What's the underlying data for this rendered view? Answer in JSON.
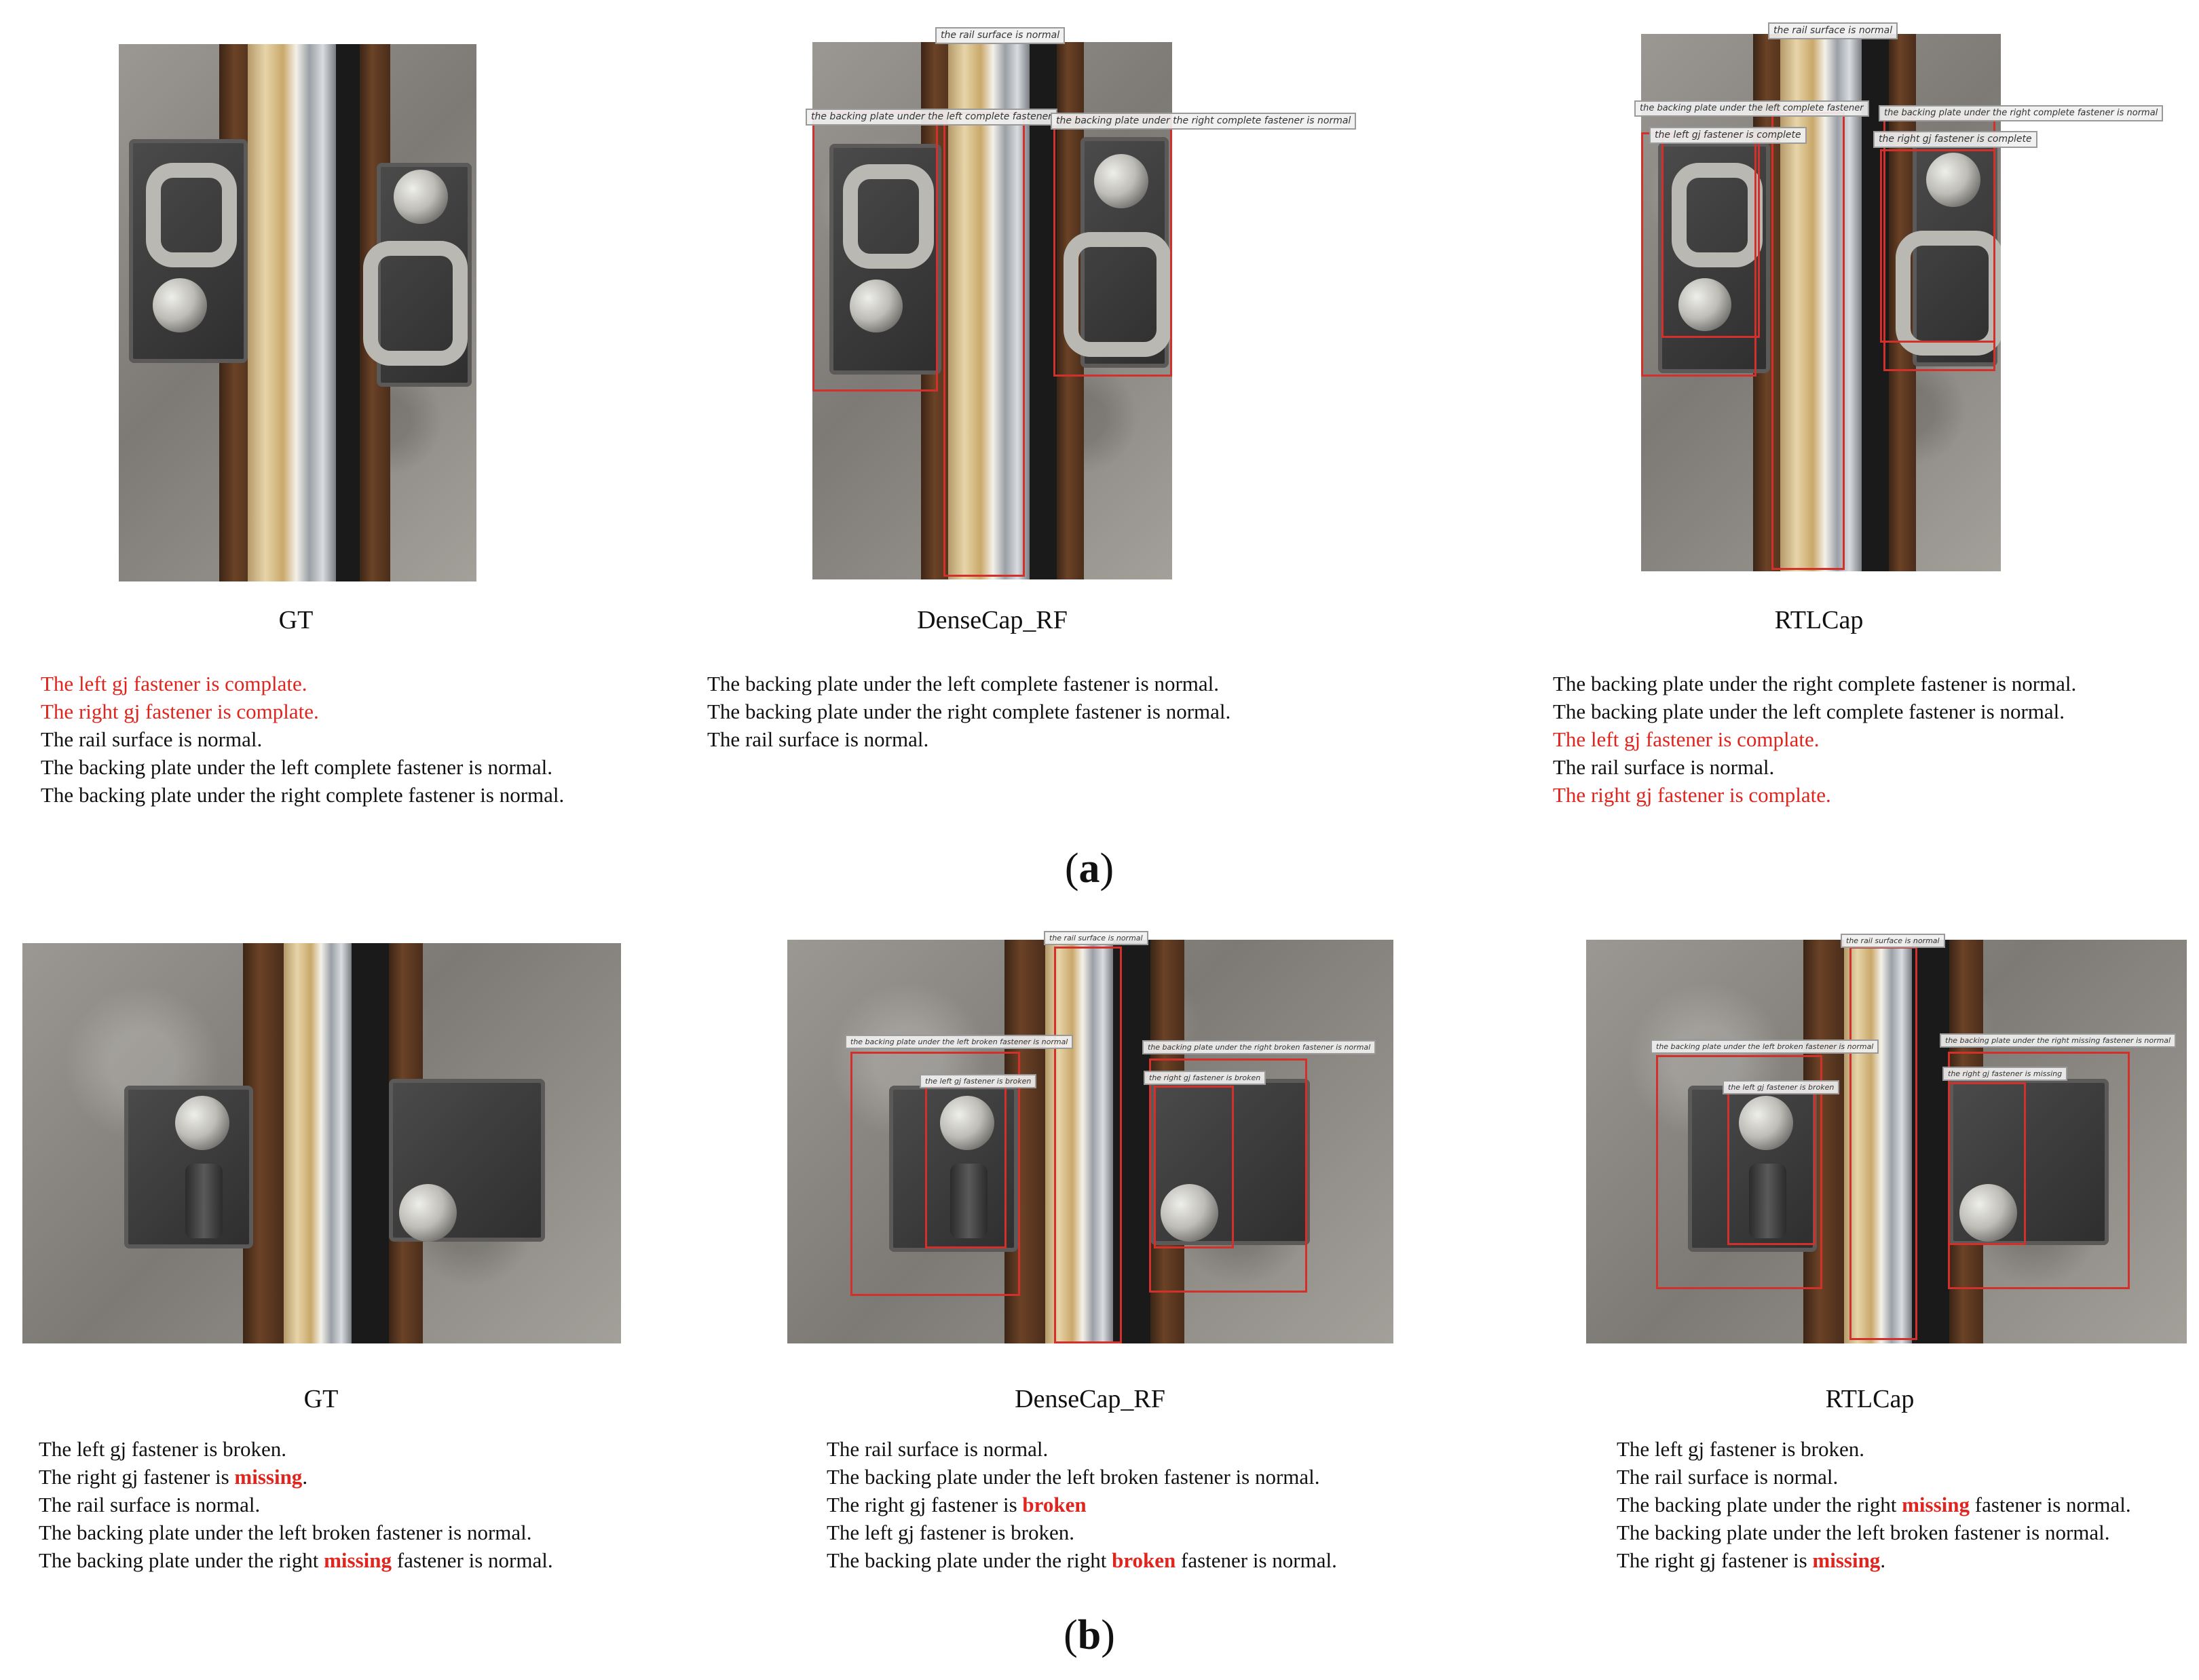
{
  "panel_a": {
    "label": "a",
    "columns": [
      {
        "title": "GT",
        "lines": [
          {
            "text": "The left gj fastener is complate.",
            "style": "red"
          },
          {
            "text": "The right gj fastener is complate.",
            "style": "red"
          },
          {
            "text": "The rail surface is normal.",
            "style": "normal"
          },
          {
            "text": "The backing plate under the left complete fastener is normal.",
            "style": "normal"
          },
          {
            "text": "The backing plate under the right complete fastener is normal.",
            "style": "normal"
          }
        ]
      },
      {
        "title": "DenseCap_RF",
        "captions": [
          "the rail surface is normal",
          "the backing plate under the left complete fastener",
          "the backing plate under the right complete fastener is normal"
        ],
        "lines": [
          {
            "text": "The backing plate under the left complete fastener is normal.",
            "style": "normal"
          },
          {
            "text": "The backing plate under the right complete fastener is normal.",
            "style": "normal"
          },
          {
            "text": "The rail surface is normal.",
            "style": "normal"
          }
        ]
      },
      {
        "title": "RTLCap",
        "captions": [
          "the rail surface is normal",
          "the backing plate under the left complete fastener",
          "the backing plate under the right complete fastener is normal",
          "the left gj fastener is complete",
          "the right gj fastener is complete"
        ],
        "lines": [
          {
            "text": "The backing plate under the right complete fastener is normal.",
            "style": "normal"
          },
          {
            "text": "The backing plate under the left complete fastener is normal.",
            "style": "normal"
          },
          {
            "text": "The left gj fastener is complate.",
            "style": "red"
          },
          {
            "text": "The rail surface is normal.",
            "style": "normal"
          },
          {
            "text": "The right gj fastener is complate.",
            "style": "red"
          }
        ]
      }
    ]
  },
  "panel_b": {
    "label": "b",
    "columns": [
      {
        "title": "GT",
        "lines": [
          {
            "pre": "The left gj fastener is broken.",
            "em": "",
            "post": ""
          },
          {
            "pre": "The right gj fastener is ",
            "em": "missing",
            "post": "."
          },
          {
            "pre": "The rail surface is normal.",
            "em": "",
            "post": ""
          },
          {
            "pre": "The backing plate under the left broken fastener is normal.",
            "em": "",
            "post": ""
          },
          {
            "pre": "The backing plate under the right ",
            "em": "missing",
            "post": " fastener is normal."
          }
        ]
      },
      {
        "title": "DenseCap_RF",
        "captions": [
          "the rail surface is normal",
          "the backing plate under the left broken fastener is normal",
          "the left gj fastener is broken",
          "the backing plate under the right broken fastener is normal",
          "the right gj fastener is broken"
        ],
        "lines": [
          {
            "pre": "The rail surface is normal.",
            "em": "",
            "post": ""
          },
          {
            "pre": "The backing plate under the left broken fastener is normal.",
            "em": "",
            "post": ""
          },
          {
            "pre": "The right gj fastener is ",
            "em": "broken",
            "post": ""
          },
          {
            "pre": "The left gj fastener is broken.",
            "em": "",
            "post": ""
          },
          {
            "pre": "The backing plate under the right ",
            "em": "broken",
            "post": " fastener is normal."
          }
        ]
      },
      {
        "title": "RTLCap",
        "captions": [
          "the rail surface is normal",
          "the backing plate under the left broken fastener is normal",
          "the left gj fastener is broken",
          "the backing plate under the right missing fastener is normal",
          "the right gj fastener is missing"
        ],
        "lines": [
          {
            "pre": "The left gj fastener is broken.",
            "em": "",
            "post": ""
          },
          {
            "pre": "The rail surface is normal.",
            "em": "",
            "post": ""
          },
          {
            "pre": "The backing plate under the right ",
            "em": "missing",
            "post": " fastener is normal."
          },
          {
            "pre": "The backing plate under the left broken fastener is normal.",
            "em": "",
            "post": ""
          },
          {
            "pre": "The right gj fastener is ",
            "em": "missing",
            "post": "."
          }
        ]
      }
    ]
  }
}
